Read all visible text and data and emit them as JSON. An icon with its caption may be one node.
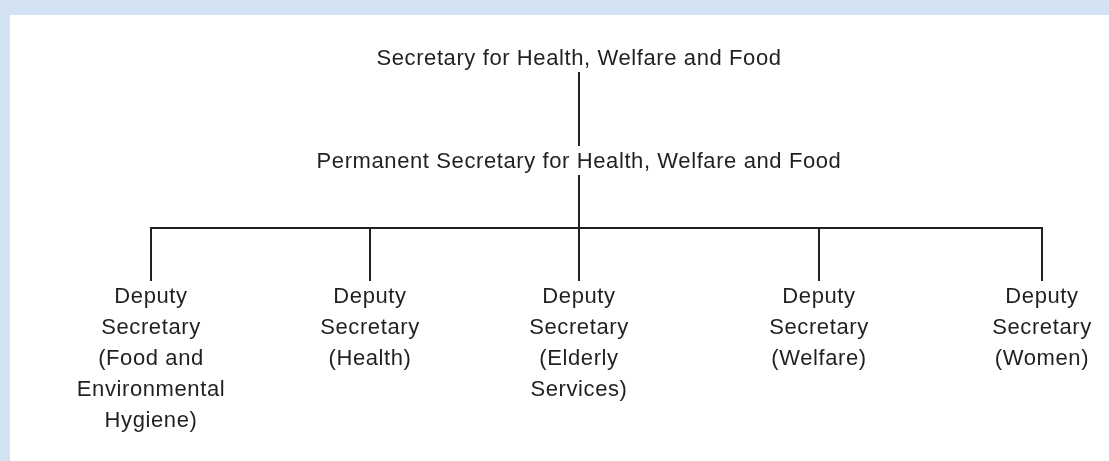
{
  "diagram": {
    "nodes": [
      {
        "text": [
          "Secretary for Health, Welfare and Food"
        ]
      },
      {
        "text": [
          "Permanent Secretary for Health, Welfare and Food"
        ]
      },
      {
        "text": [
          "Deputy Secretary (Food and Environmental Hygiene)"
        ]
      },
      {
        "text": [
          "Deputy Secretary (Health)"
        ]
      },
      {
        "text": [
          "Deputy Secretary (Elderly Services)"
        ]
      },
      {
        "text": [
          "Deputy Secretary (Welfare)"
        ]
      },
      {
        "text": [
          "Deputy Secretary (Women)"
        ]
      }
    ],
    "edges": [
      {
        "from": 0,
        "to": 1,
        "arrow": "none"
      },
      {
        "from": 1,
        "to": 2,
        "arrow": "none"
      },
      {
        "from": 1,
        "to": 3,
        "arrow": "none"
      },
      {
        "from": 1,
        "to": 4,
        "arrow": "none"
      },
      {
        "from": 1,
        "to": 5,
        "arrow": "none"
      },
      {
        "from": 1,
        "to": 6,
        "arrow": "none"
      }
    ]
  }
}
